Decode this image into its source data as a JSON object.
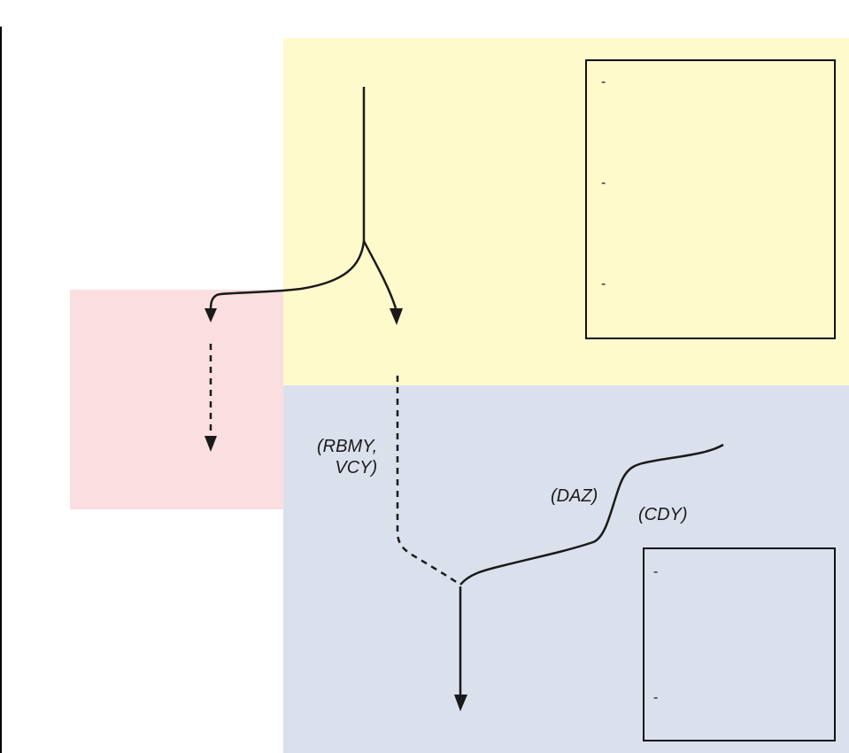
{
  "labels": {
    "rbmy_line1": "(RBMY,",
    "rbmy_line2": "VCY)",
    "daz": "(DAZ)",
    "cdy": "(CDY)"
  },
  "top_box": {
    "items": [
      "-",
      "-",
      "-"
    ]
  },
  "bottom_box": {
    "items": [
      "-",
      "-"
    ]
  },
  "colors": {
    "zone_yellow": "#fffacc",
    "zone_pink": "#fbdfe0",
    "zone_blue": "#dbe0ed",
    "line": "#1a1a1a"
  }
}
